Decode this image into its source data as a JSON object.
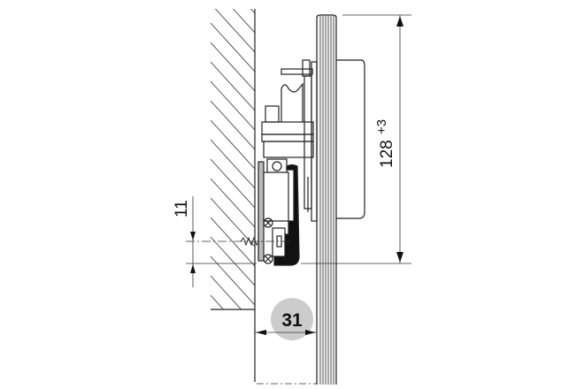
{
  "drawing": {
    "height_dimension": {
      "value": "128",
      "tolerance": "+3"
    },
    "offset_dimension": {
      "value": "11"
    },
    "depth_dimension": {
      "value": "31"
    },
    "colors": {
      "line": "#222222",
      "badge": "#cccccc",
      "fill_dark": "#111111"
    }
  }
}
